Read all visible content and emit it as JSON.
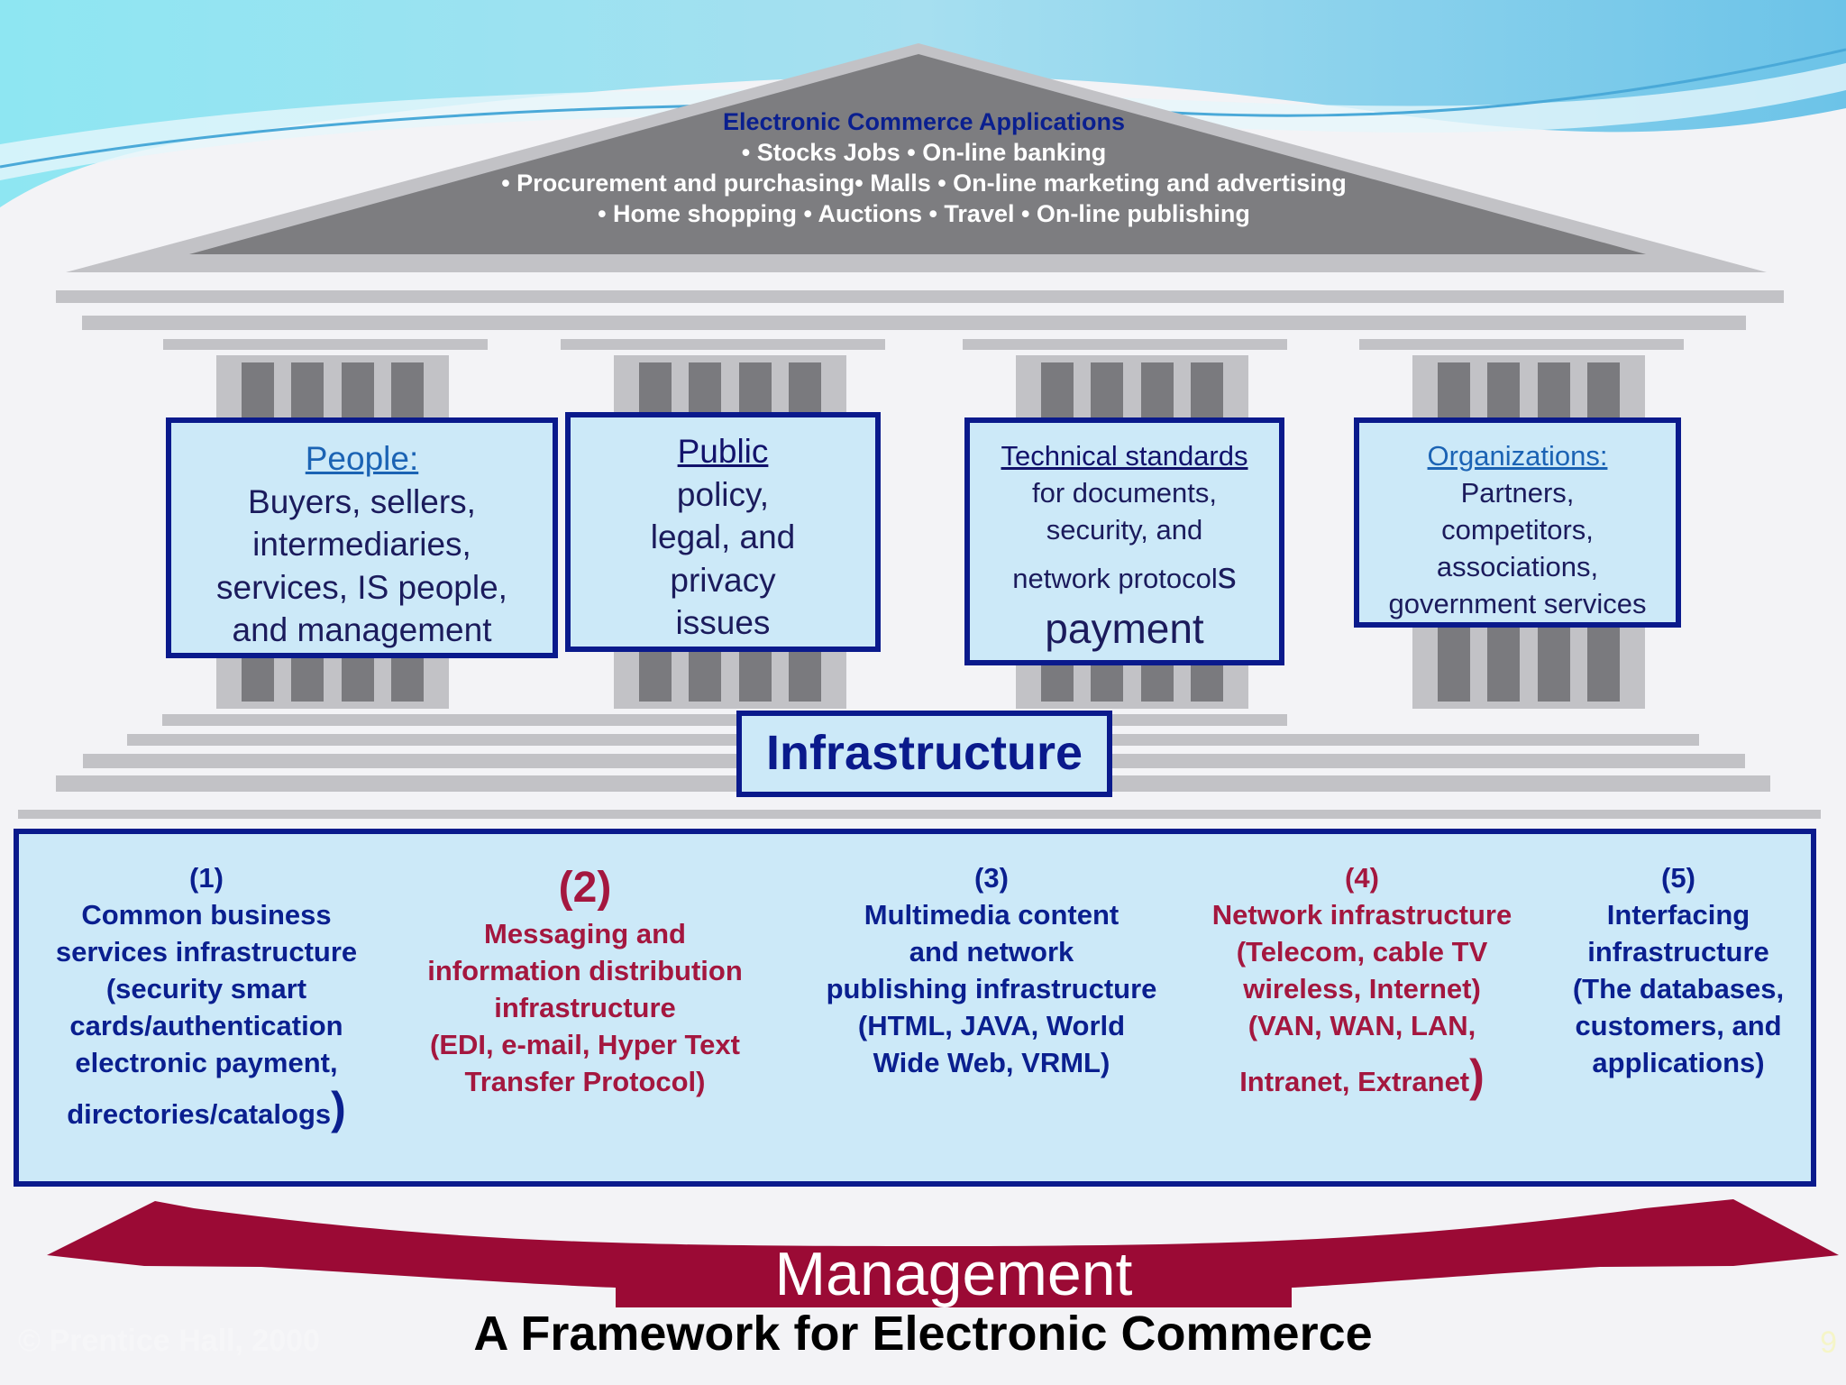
{
  "roof": {
    "title": "Electronic Commerce Applications",
    "line1": "• Stocks Jobs • On-line banking",
    "line2": "• Procurement and purchasing• Malls • On-line marketing and advertising",
    "line3": "• Home shopping • Auctions • Travel • On-line publishing"
  },
  "pillars": [
    {
      "heading": "People:",
      "lines": [
        "Buyers, sellers,",
        "intermediaries,",
        "services, IS people,",
        "and management"
      ]
    },
    {
      "heading": "Public",
      "lines": [
        "policy,",
        "legal, and",
        "privacy",
        "issues"
      ]
    },
    {
      "heading": "Technical standards",
      "lines": [
        "for documents,",
        "security, and",
        "network protocol",
        "s",
        "payment"
      ]
    },
    {
      "heading": "Organizations:",
      "lines": [
        "Partners,",
        "competitors,",
        "associations,",
        "government services"
      ]
    }
  ],
  "infrastructure": {
    "label": "Infrastructure"
  },
  "base_items": [
    {
      "num": "(1)",
      "lines": [
        "Common business",
        "services infrastructure",
        "(security smart",
        "cards/authentication",
        "electronic payment,",
        "directories/catalogs",
        ")"
      ]
    },
    {
      "num": "(2)",
      "lines": [
        "Messaging and",
        "information distribution",
        "infrastructure",
        "(EDI, e-mail, Hyper Text",
        "Transfer Protocol)"
      ]
    },
    {
      "num": "(3)",
      "lines": [
        "Multimedia content",
        "and network",
        "publishing infrastructure",
        "(HTML, JAVA, World",
        "Wide Web, VRML)"
      ]
    },
    {
      "num": "(4)",
      "lines": [
        "Network infrastructure",
        "(Telecom, cable TV",
        "wireless, Internet)",
        "(VAN, WAN, LAN,",
        "Intranet, Extranet",
        ")"
      ]
    },
    {
      "num": "(5)",
      "lines": [
        "Interfacing",
        "infrastructure",
        "(The databases,",
        "customers, and",
        "applications)"
      ]
    }
  ],
  "management": {
    "label": "Management"
  },
  "footer": {
    "title": "A Framework for Electronic Commerce",
    "copyright": "© Prentice Hall, 2000",
    "slide_number": "9"
  },
  "colors": {
    "navy": "#0a1a8c",
    "maroon": "#a4173f",
    "box_fill": "#cce9f8",
    "roof_gray": "#7d7d80"
  }
}
